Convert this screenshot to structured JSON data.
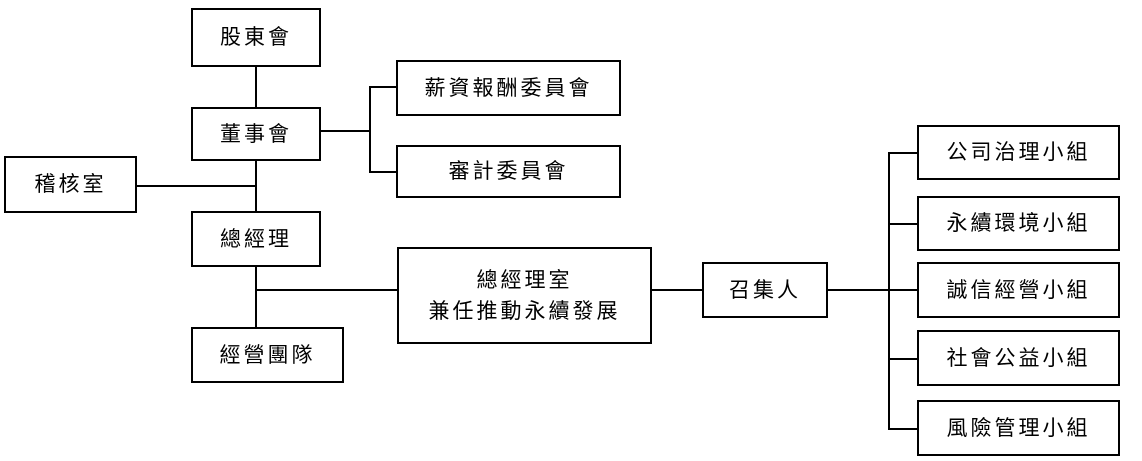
{
  "org_chart": {
    "shareholders": "股東會",
    "board": "董事會",
    "compensation_committee": "薪資報酬委員會",
    "audit_committee": "審計委員會",
    "audit_office": "稽核室",
    "general_manager": "總經理",
    "management_team": "經營團隊",
    "gm_office_line1": "總經理室",
    "gm_office_line2": "兼任推動永續發展",
    "convener": "召集人",
    "groups": [
      "公司治理小組",
      "永續環境小組",
      "誠信經營小組",
      "社會公益小組",
      "風險管理小組"
    ]
  }
}
